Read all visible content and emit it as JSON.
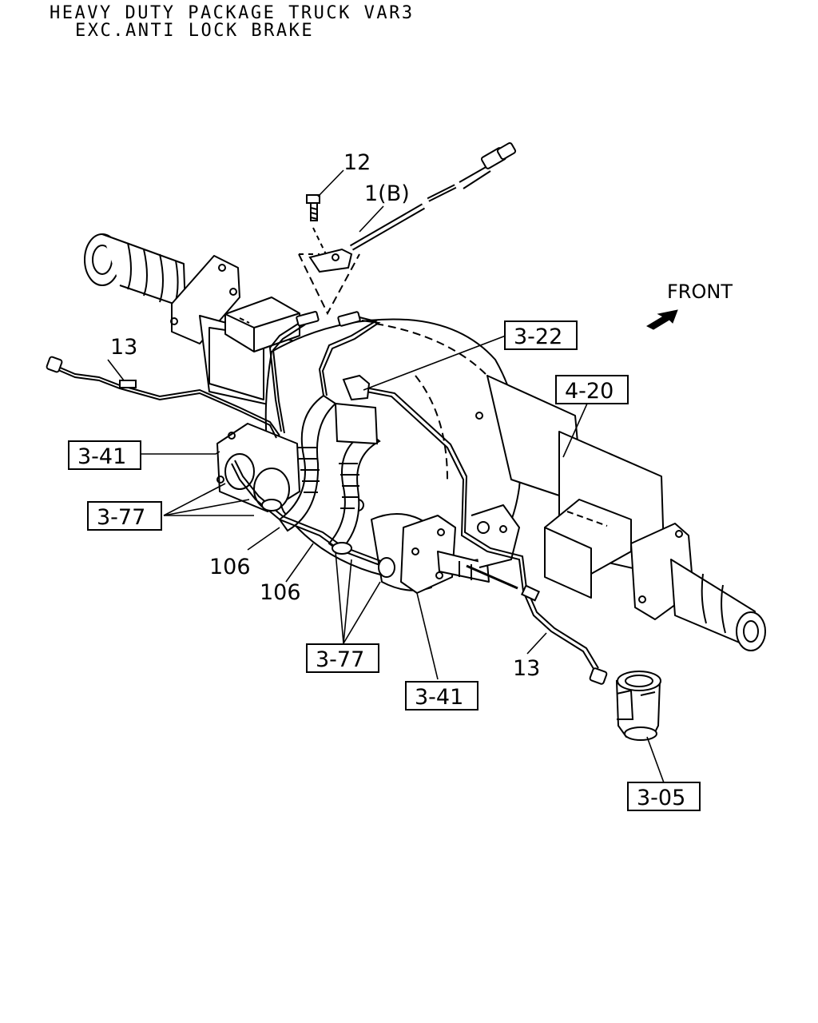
{
  "title": {
    "line1": "HEAVY DUTY PACKAGE TRUCK VAR3",
    "line2": "EXC.ANTI LOCK BRAKE"
  },
  "front_label": "FRONT",
  "callouts": {
    "ref_3_22": "3-22",
    "ref_4_20": "4-20",
    "ref_3_41_left": "3-41",
    "ref_3_77_left": "3-77",
    "ref_3_77_bottom": "3-77",
    "ref_3_41_bottom": "3-41",
    "ref_3_05": "3-05"
  },
  "part_numbers": {
    "p12": "12",
    "p1b": "1(B)",
    "p13_left": "13",
    "p13_right": "13",
    "p106_a": "106",
    "p106_b": "106"
  }
}
